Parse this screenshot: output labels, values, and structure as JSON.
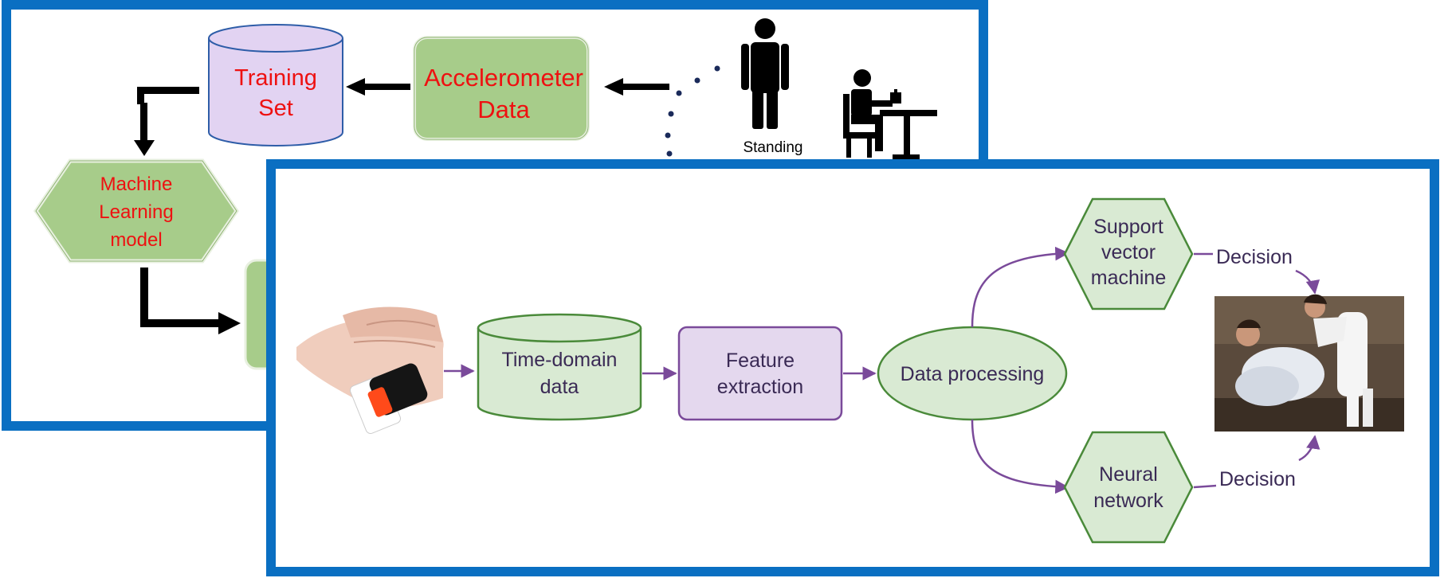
{
  "back_panel": {
    "training_set": [
      "Training",
      "Set"
    ],
    "accelerometer": [
      "Accelerometer",
      "Data"
    ],
    "ml_model": [
      "Machine",
      "Learning",
      "model"
    ],
    "standing_label": "Standing",
    "icons": [
      "standing-person-icon",
      "sitting-person-icon"
    ]
  },
  "front_panel": {
    "time_domain": [
      "Time-domain",
      "data"
    ],
    "feature_extraction": [
      "Feature",
      "extraction"
    ],
    "data_processing": "Data processing",
    "svm": [
      "Support",
      "vector",
      "machine"
    ],
    "neural_network": [
      "Neural",
      "network"
    ],
    "decision_top": "Decision",
    "decision_bottom": "Decision",
    "images": [
      "smartwatch-wrist-photo",
      "patient-assisted-photo"
    ]
  },
  "colors": {
    "frame_blue": "#0a6fc2",
    "box_green": "#a7cc8a",
    "cylinder_purple": "#e2d3f2",
    "red_text": "#ee1111",
    "flow_green": "#4a8a3a",
    "flow_purple": "#7a4a9a"
  }
}
